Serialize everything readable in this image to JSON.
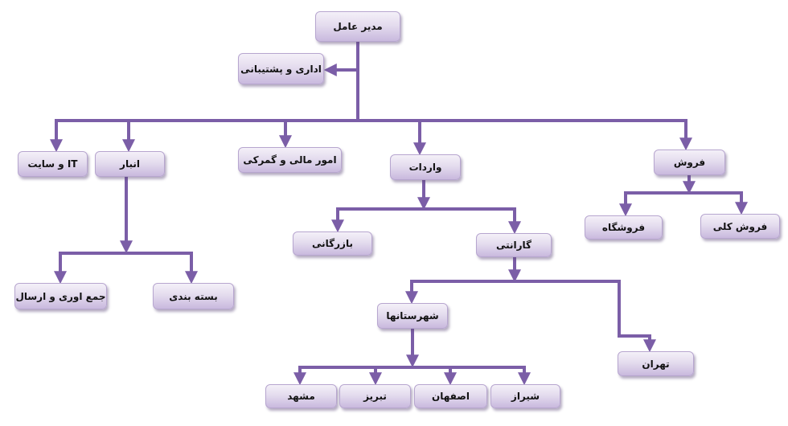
{
  "colors": {
    "connector": "#7b5ea7",
    "box_top": "#f4f0f8",
    "box_bottom": "#c9b9de"
  },
  "nodes": {
    "ceo": "مدير عامل",
    "admin": "اداری و پشتیبانی",
    "it": "IT و سایت",
    "warehouse": "انبار",
    "finance": "امور مالی و گمرکی",
    "imports": "واردات",
    "sales": "فروش",
    "store": "فروشگاه",
    "wholesale": "فروش کلی",
    "commerce": "بازرگانی",
    "warranty": "گارانتی",
    "collect_ship": "جمع اوری و ارسال",
    "packaging": "بسته بندی",
    "provinces": "شهرستانها",
    "tehran": "تهران",
    "mashhad": "مشهد",
    "tabriz": "تبریز",
    "isfahan": "اصفهان",
    "shiraz": "شیراز"
  }
}
